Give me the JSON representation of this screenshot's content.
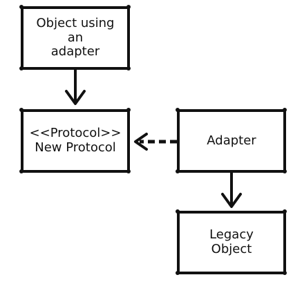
{
  "diagram": {
    "nodes": {
      "client": {
        "label": "Object using an\nadapter"
      },
      "protocol": {
        "label": "<<Protocol>>\nNew Protocol"
      },
      "adapter": {
        "label": "Adapter"
      },
      "legacy": {
        "label": "Legacy\nObject"
      }
    },
    "edges": [
      {
        "from": "client",
        "to": "protocol",
        "style": "solid"
      },
      {
        "from": "adapter",
        "to": "protocol",
        "style": "dashed"
      },
      {
        "from": "adapter",
        "to": "legacy",
        "style": "solid"
      }
    ],
    "colors": {
      "stroke": "#111111",
      "background": "#ffffff"
    }
  }
}
